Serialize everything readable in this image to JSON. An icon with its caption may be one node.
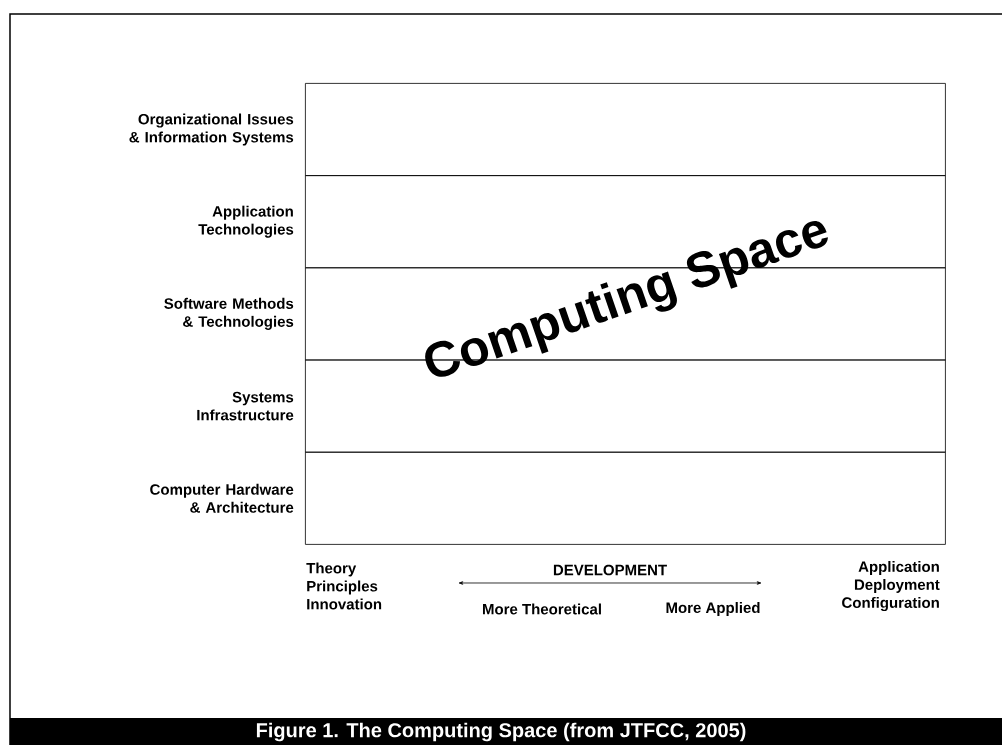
{
  "diagram": {
    "caption": "Figure 1. The Computing Space (from JTFCC, 2005)",
    "nodes": [
      {
        "text": [
          "Organizational Issues & Information Systems"
        ]
      },
      {
        "text": [
          "Application Technologies"
        ]
      },
      {
        "text": [
          "Software Methods & Technologies"
        ]
      },
      {
        "text": [
          "Systems Infrastructure"
        ]
      },
      {
        "text": [
          "Computer Hardware & Architecture"
        ]
      }
    ],
    "labels": [
      "Computing Space",
      "Theory Principles Innovation",
      "DEVELOPMENT",
      "More Theoretical",
      "More Applied",
      "Application Deployment Configuration"
    ]
  }
}
